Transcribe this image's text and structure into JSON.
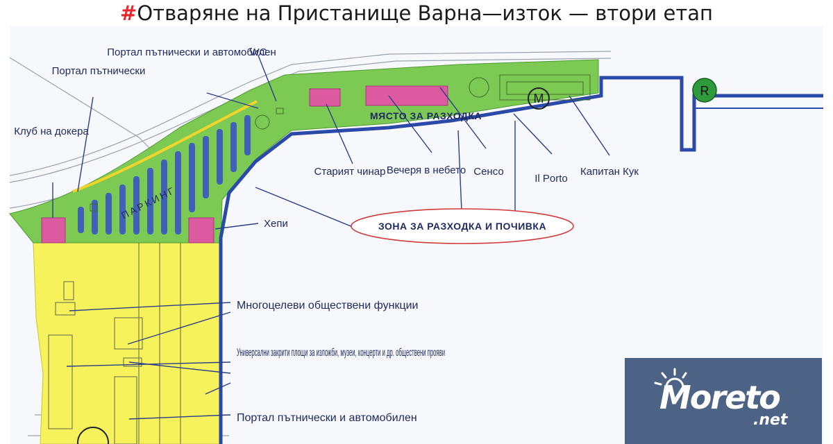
{
  "title": {
    "hash": "#",
    "text": "Отваряне на Пристанище Варна—изток — втори етап"
  },
  "map_labels": {
    "portal_passenger": "Портал пътнически",
    "portal_passenger_auto": "Портал пътнически и автомобилен",
    "wc": "WC",
    "club_docker": "Клуб на докера",
    "parking": "ПАРКИНГ",
    "walk_place": "МЯСТО ЗА РАЗХОДКА",
    "stariyat_chinar": "Старият чинар",
    "vecherya": "Вечеря в небето",
    "senso": "Сенсо",
    "il_porto": "Il Porto",
    "kapitan_kuk": "Капитан Кук",
    "hepi": "Хепи",
    "walk_rest_zone": "ЗОНА ЗА РАЗХОДКА И ПОЧИВКА",
    "multi_functions": "Многоцелеви обществени функции",
    "universal_areas": "Универсални закрити площи за изложби, музеи, концерти и др. обществени прояви",
    "portal_bottom": "Портал пътнически и автомобилен"
  },
  "icons": {
    "metro": "M",
    "r_marker": "R"
  },
  "colors": {
    "green_zone": "#7cc954",
    "yellow_zone": "#f6f25c",
    "pink_building": "#dc5a9f",
    "parking_slot": "#3f62b6",
    "coast_line": "#2b49a8",
    "label_text": "#1f2a60",
    "logo_bg": "#4d6386"
  },
  "logo": {
    "brand": "Moreto",
    "suffix": ".net"
  }
}
